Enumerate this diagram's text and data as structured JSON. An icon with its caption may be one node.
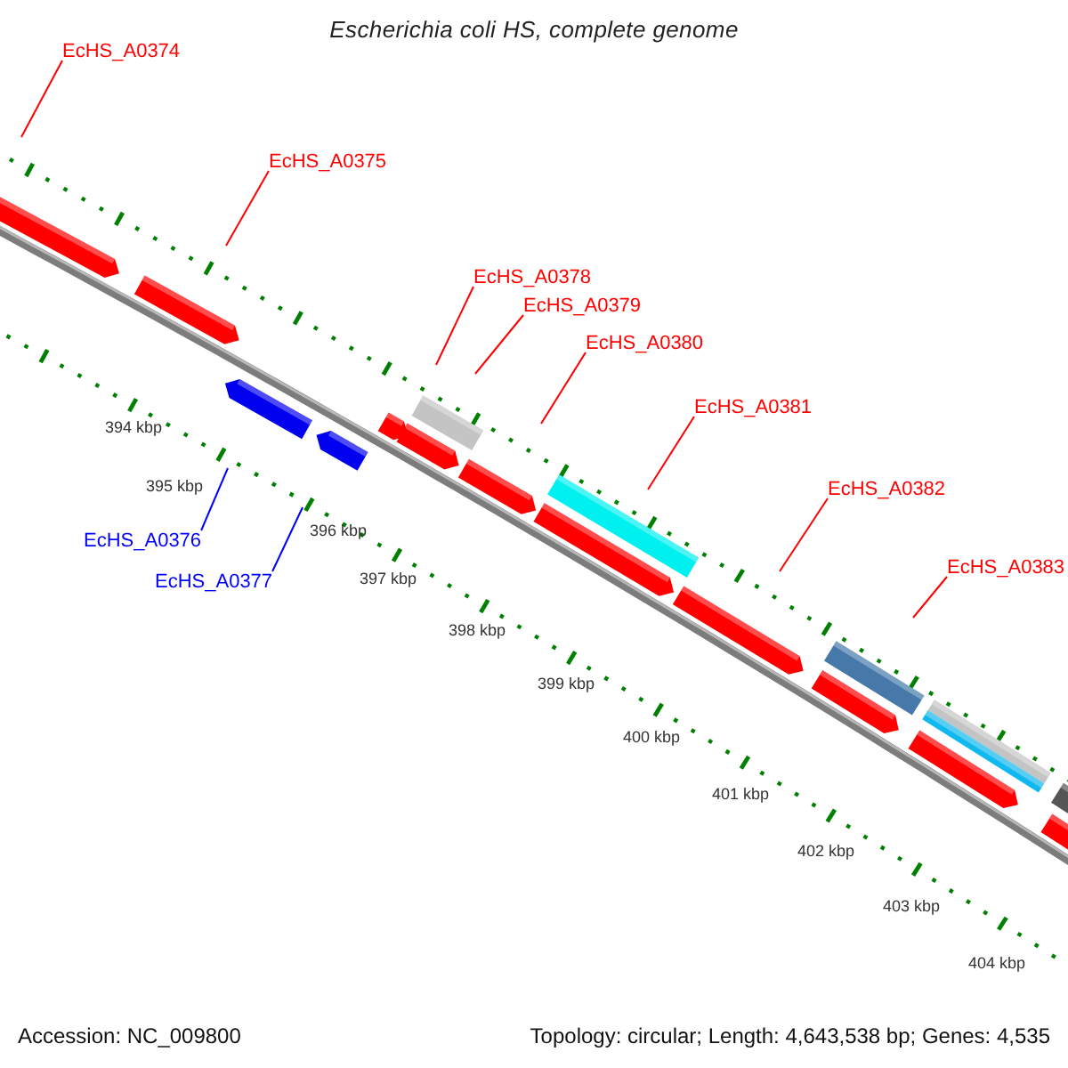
{
  "diagram": {
    "title": "Escherichia coli HS, complete genome",
    "nodes": [
      {
        "text": [
          "EcHS_A0374"
        ]
      },
      {
        "text": [
          "EcHS_A0375"
        ]
      },
      {
        "text": [
          "EcHS_A0378"
        ]
      },
      {
        "text": [
          "EcHS_A0379"
        ]
      },
      {
        "text": [
          "EcHS_A0380"
        ]
      },
      {
        "text": [
          "EcHS_A0381"
        ]
      },
      {
        "text": [
          "EcHS_A0382"
        ]
      },
      {
        "text": [
          "EcHS_A0376"
        ]
      },
      {
        "text": [
          "EcHS_A0383"
        ]
      },
      {
        "text": [
          "EcHS_A0377"
        ]
      }
    ],
    "edges": [
      {
        "from": 0,
        "to": null,
        "arrow": "none"
      },
      {
        "from": 1,
        "to": null,
        "arrow": "none"
      },
      {
        "from": 2,
        "to": null,
        "arrow": "none"
      },
      {
        "from": 3,
        "to": null,
        "arrow": "none"
      },
      {
        "from": 4,
        "to": null,
        "arrow": "none"
      },
      {
        "from": 5,
        "to": null,
        "arrow": "none"
      },
      {
        "from": 6,
        "to": null,
        "arrow": "none"
      },
      {
        "from": 7,
        "to": null,
        "arrow": "none",
        "color": "#0000ff"
      },
      {
        "from": 8,
        "to": null,
        "arrow": "none"
      },
      {
        "from": 9,
        "to": null,
        "arrow": "none",
        "color": "#0000ff"
      }
    ],
    "labels": [
      "394 kbp",
      "395 kbp",
      "396 kbp",
      "397 kbp",
      "398 kbp",
      "399 kbp",
      "400 kbp",
      "401 kbp",
      "402 kbp",
      "403 kbp",
      "404 kbp",
      "Accession: NC_009800",
      "Topology: circular; Length: 4,643,538 bp; Genes: 4,535"
    ]
  }
}
